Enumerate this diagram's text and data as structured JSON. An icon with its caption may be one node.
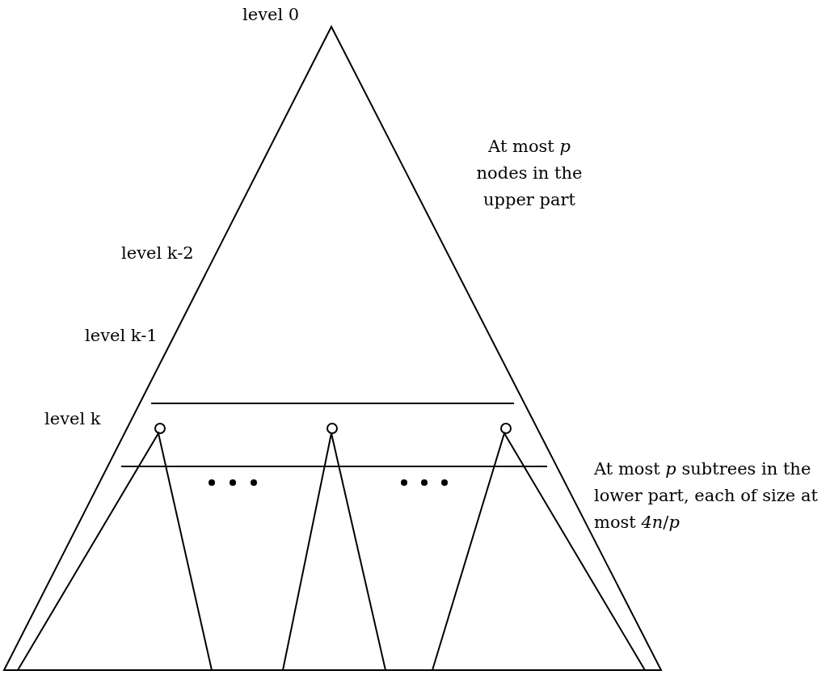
{
  "diagram": {
    "labels": [
      "level 0",
      "At most *p* nodes in the upper part",
      "level k-2",
      "level k-1",
      "level k",
      "At most *p* subtrees in the lower part, each of size at most *4n*/*p*"
    ]
  }
}
